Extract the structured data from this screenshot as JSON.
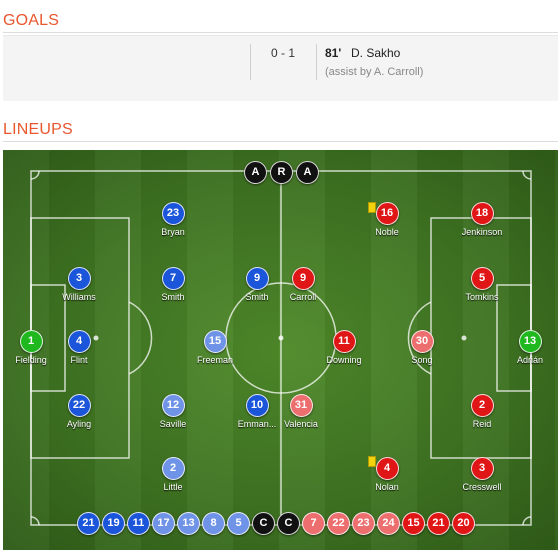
{
  "goals": {
    "title": "GOALS",
    "score": "0 - 1",
    "minute": "81'",
    "scorer": "D. Sakho",
    "assist": "(assist by A. Carroll)"
  },
  "lineups": {
    "title": "LINEUPS",
    "officials": [
      "A",
      "R",
      "A"
    ],
    "players": [
      {
        "num": "23",
        "name": "Bryan",
        "color": "blue"
      },
      {
        "num": "3",
        "name": "Williams",
        "color": "blue"
      },
      {
        "num": "7",
        "name": "Smith",
        "color": "blue"
      },
      {
        "num": "9",
        "name": "Smith",
        "color": "blue"
      },
      {
        "num": "1",
        "name": "Fielding",
        "color": "green"
      },
      {
        "num": "4",
        "name": "Flint",
        "color": "blue"
      },
      {
        "num": "15",
        "name": "Freeman",
        "color": "lblue"
      },
      {
        "num": "22",
        "name": "Ayling",
        "color": "blue"
      },
      {
        "num": "12",
        "name": "Saville",
        "color": "lblue"
      },
      {
        "num": "10",
        "name": "Emman...",
        "color": "blue"
      },
      {
        "num": "2",
        "name": "Little",
        "color": "lblue"
      },
      {
        "num": "16",
        "name": "Noble",
        "color": "red",
        "card": "yellow"
      },
      {
        "num": "18",
        "name": "Jenkinson",
        "color": "red"
      },
      {
        "num": "9",
        "name": "Carroll",
        "color": "red"
      },
      {
        "num": "5",
        "name": "Tomkins",
        "color": "red"
      },
      {
        "num": "11",
        "name": "Downing",
        "color": "red"
      },
      {
        "num": "30",
        "name": "Song",
        "color": "lred"
      },
      {
        "num": "13",
        "name": "Adrián",
        "color": "green"
      },
      {
        "num": "31",
        "name": "Valencia",
        "color": "lred"
      },
      {
        "num": "2",
        "name": "Reid",
        "color": "red"
      },
      {
        "num": "4",
        "name": "Nolan",
        "color": "red",
        "card": "yellow"
      },
      {
        "num": "3",
        "name": "Cresswell",
        "color": "red"
      }
    ],
    "subs": [
      {
        "num": "21",
        "color": "blue"
      },
      {
        "num": "19",
        "color": "blue"
      },
      {
        "num": "11",
        "color": "blue"
      },
      {
        "num": "17",
        "color": "lblue"
      },
      {
        "num": "13",
        "color": "lblue"
      },
      {
        "num": "8",
        "color": "lblue"
      },
      {
        "num": "5",
        "color": "lblue"
      },
      {
        "num": "C",
        "color": "black"
      },
      {
        "num": "C",
        "color": "black"
      },
      {
        "num": "7",
        "color": "lred"
      },
      {
        "num": "22",
        "color": "lred"
      },
      {
        "num": "23",
        "color": "lred"
      },
      {
        "num": "24",
        "color": "lred"
      },
      {
        "num": "15",
        "color": "red"
      },
      {
        "num": "21",
        "color": "red"
      },
      {
        "num": "20",
        "color": "red"
      }
    ]
  },
  "colors": {
    "section_title": "#e8562e",
    "home_blue": "#1b55d9",
    "home_light_blue": "#6f93e6",
    "away_red": "#e01616",
    "away_light_red": "#ec6e6e",
    "goalkeeper_green": "#1fb81f",
    "yellow_card": "#f2d20c"
  }
}
